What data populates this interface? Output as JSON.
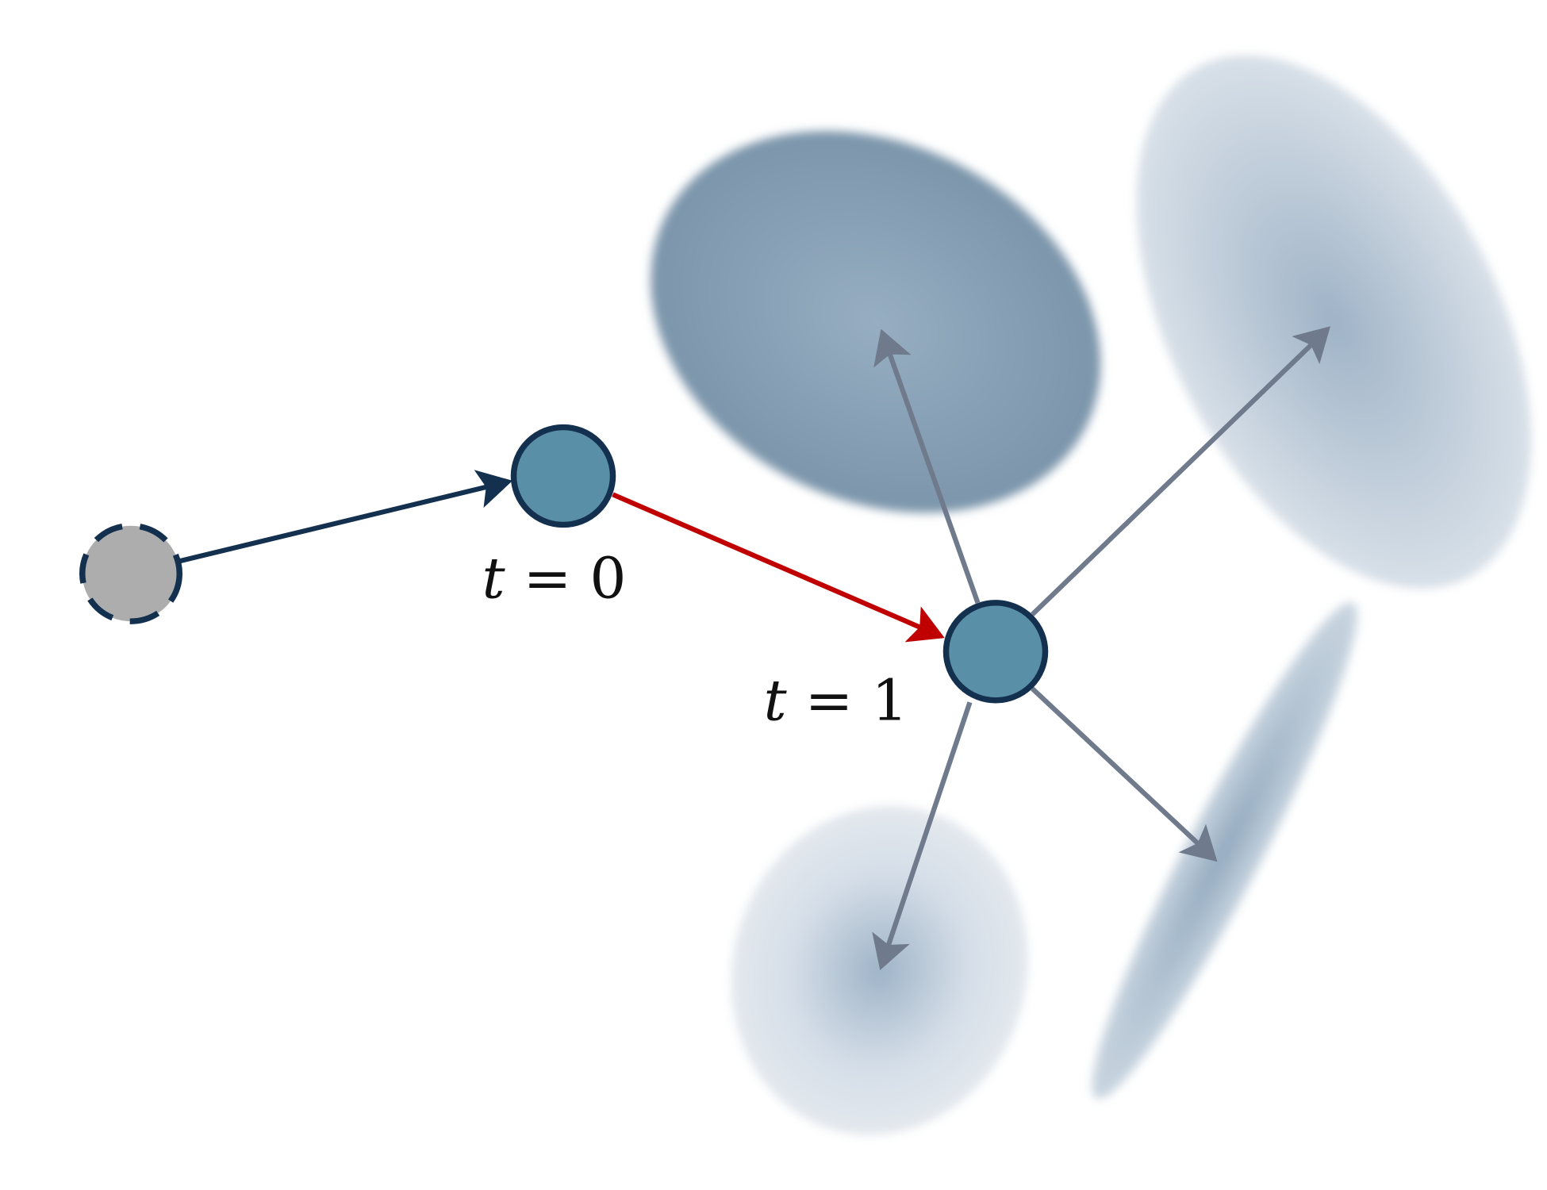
{
  "labels": {
    "t0_var": "t",
    "t0_eq": " = 0",
    "t1_var": "t",
    "t1_eq": " = 1"
  },
  "colors": {
    "node_fill": "#5a8fa8",
    "node_stroke": "#14304f",
    "prior_node_fill": "#adadad",
    "transition_arrow": "#c00000",
    "history_arrow": "#14304f",
    "prediction_arrow": "#6f7a8c",
    "distribution": "#7f98ae"
  }
}
